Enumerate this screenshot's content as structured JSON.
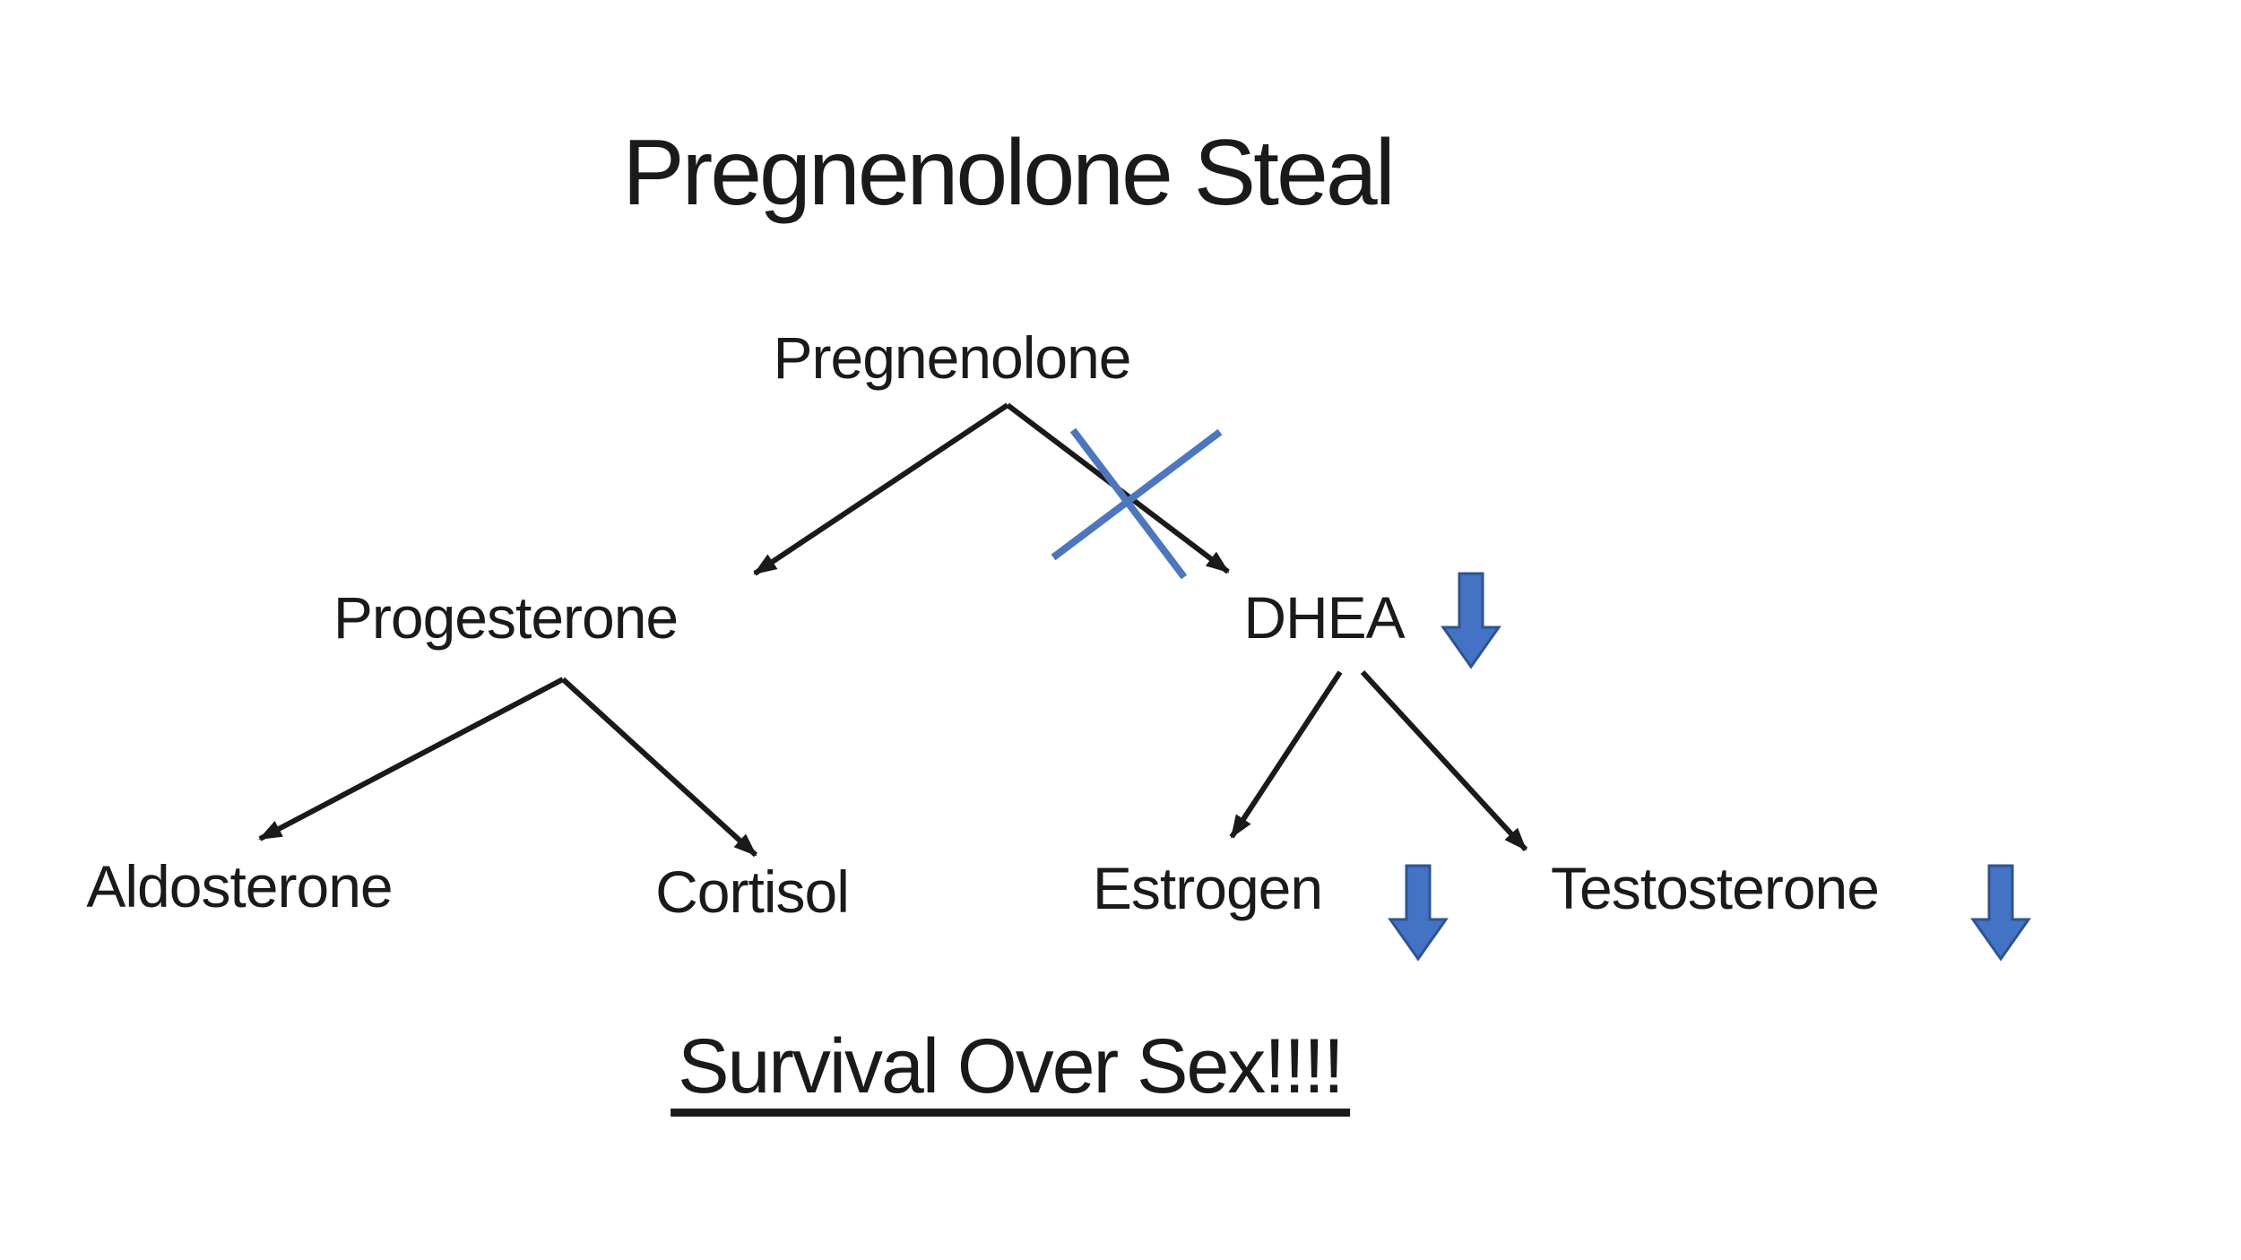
{
  "title": "Pregnenolone Steal",
  "footer": "Survival Over Sex!!!!",
  "nodes": {
    "pregnenolone": {
      "label": "Pregnenolone"
    },
    "progesterone": {
      "label": "Progesterone"
    },
    "dhea": {
      "label": "DHEA",
      "decrease_indicator": "down-block-arrow-icon"
    },
    "aldosterone": {
      "label": "Aldosterone"
    },
    "cortisol": {
      "label": "Cortisol"
    },
    "estrogen": {
      "label": "Estrogen",
      "decrease_indicator": "down-block-arrow-icon"
    },
    "testosterone": {
      "label": "Testosterone",
      "decrease_indicator": "down-block-arrow-icon"
    }
  },
  "edges": [
    {
      "from": "Pregnenolone",
      "to": "Progesterone"
    },
    {
      "from": "Pregnenolone",
      "to": "DHEA",
      "blocked": true,
      "blocked_icon": "blue-cross-icon"
    },
    {
      "from": "Progesterone",
      "to": "Aldosterone"
    },
    {
      "from": "Progesterone",
      "to": "Cortisol"
    },
    {
      "from": "DHEA",
      "to": "Estrogen"
    },
    {
      "from": "DHEA",
      "to": "Testosterone"
    }
  ],
  "colors": {
    "background": "#ffffff",
    "text": "#1a1a1a",
    "line": "#1a1a1a",
    "accent_blue_fill": "#4472c4",
    "accent_blue_border": "#2e5490",
    "cross_blue": "#4d76bd"
  }
}
